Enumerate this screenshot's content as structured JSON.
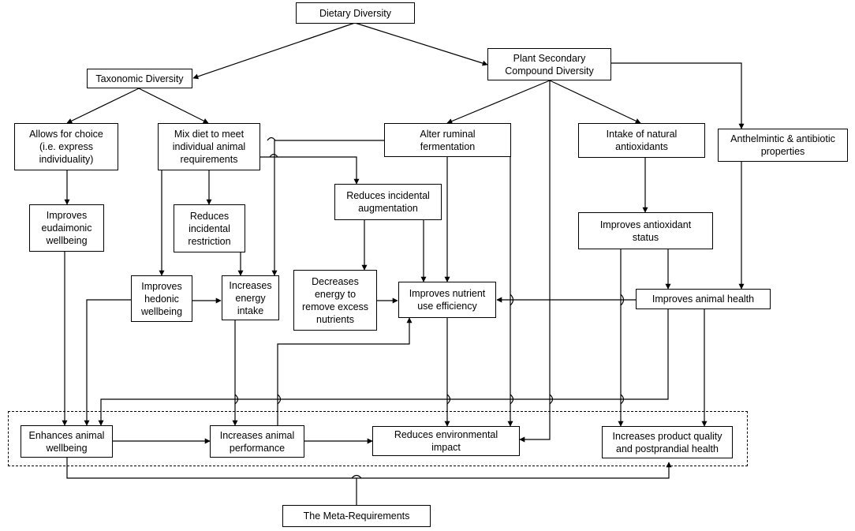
{
  "diagram": {
    "nodes": {
      "dietary_diversity": "Dietary Diversity",
      "taxonomic_diversity": "Taxonomic Diversity",
      "psc_diversity": "Plant Secondary\nCompound Diversity",
      "allows_choice": "Allows for choice\n(i.e. express\nindividuality)",
      "mix_diet": "Mix diet to meet\nindividual animal\nrequirements",
      "alter_ruminal": "Alter ruminal\nfermentation",
      "intake_antioxidants": "Intake of natural\nantioxidants",
      "anthelmintic": "Anthelmintic & antibiotic\nproperties",
      "improves_eudaimonic": "Improves\neudaimonic\nwellbeing",
      "reduces_restriction": "Reduces\nincidental\nrestriction",
      "reduces_augmentation": "Reduces incidental\naugmentation",
      "improves_antioxidant": "Improves antioxidant\nstatus",
      "improves_hedonic": "Improves\nhedonic\nwellbeing",
      "increases_energy": "Increases\nenergy\nintake",
      "decreases_energy": "Decreases\nenergy to\nremove excess\nnutrients",
      "nutrient_efficiency": "Improves nutrient\nuse efficiency",
      "improves_health": "Improves animal health",
      "enhances_wellbeing": "Enhances animal\nwellbeing",
      "increases_performance": "Increases animal\nperformance",
      "reduces_impact": "Reduces environmental\nimpact",
      "product_quality": "Increases product quality\nand postprandial health",
      "meta_requirements": "The Meta-Requirements"
    }
  }
}
